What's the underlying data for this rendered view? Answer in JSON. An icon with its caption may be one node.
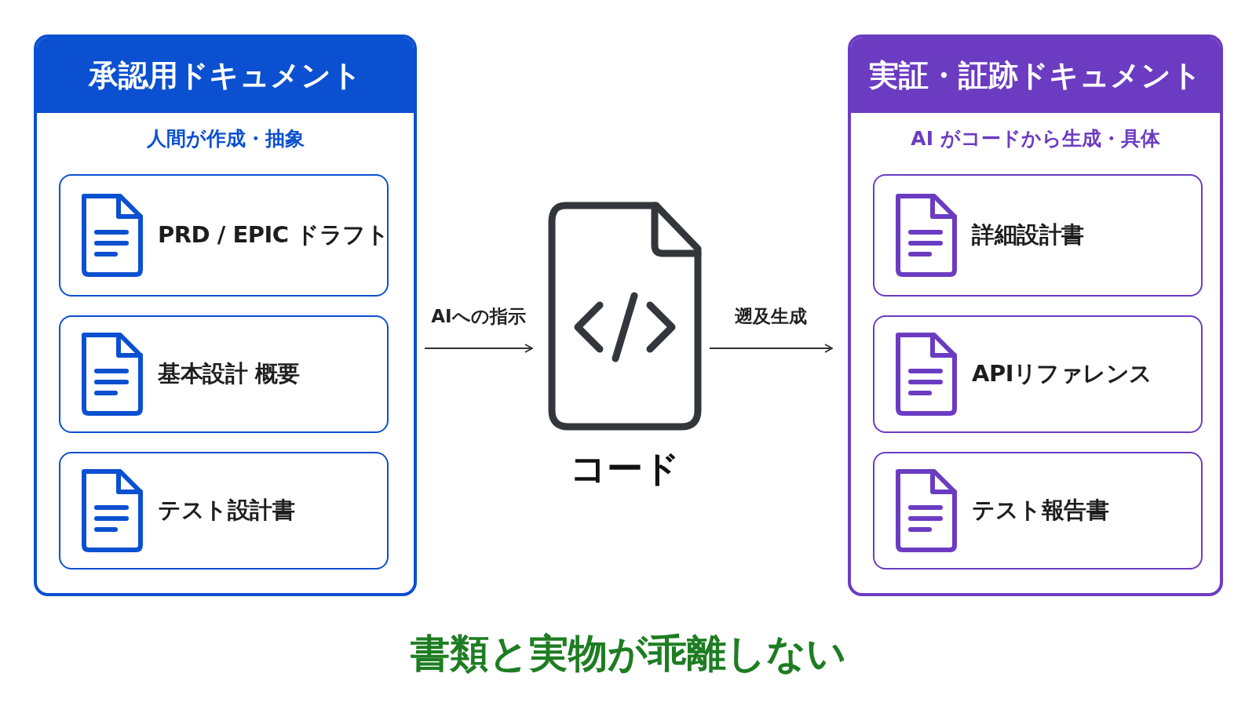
{
  "diagram": {
    "caption": "書類と実物が乖離しない",
    "nodes": [
      {
        "text": [
          "承認用ドキュメント",
          "人間が作成・抽象"
        ]
      },
      {
        "text": [
          "PRD / EPIC ドラフト"
        ],
        "in": 0
      },
      {
        "text": [
          "基本設計 概要"
        ],
        "in": 0
      },
      {
        "text": [
          "テスト設計書"
        ],
        "in": 0
      },
      {
        "text": [
          "コード"
        ]
      },
      {
        "text": [
          "実証・証跡ドキュメント",
          "AI がコードから生成・具体"
        ]
      },
      {
        "text": [
          "詳細設計書"
        ],
        "in": 5
      },
      {
        "text": [
          "APIリファレンス"
        ],
        "in": 5
      },
      {
        "text": [
          "テスト報告書"
        ],
        "in": 5
      }
    ],
    "edges": [
      {
        "from": 0,
        "to": 4,
        "arrow": "to",
        "label": "AIへの指示"
      },
      {
        "from": 4,
        "to": 5,
        "arrow": "to",
        "label": "遡及生成"
      }
    ]
  }
}
